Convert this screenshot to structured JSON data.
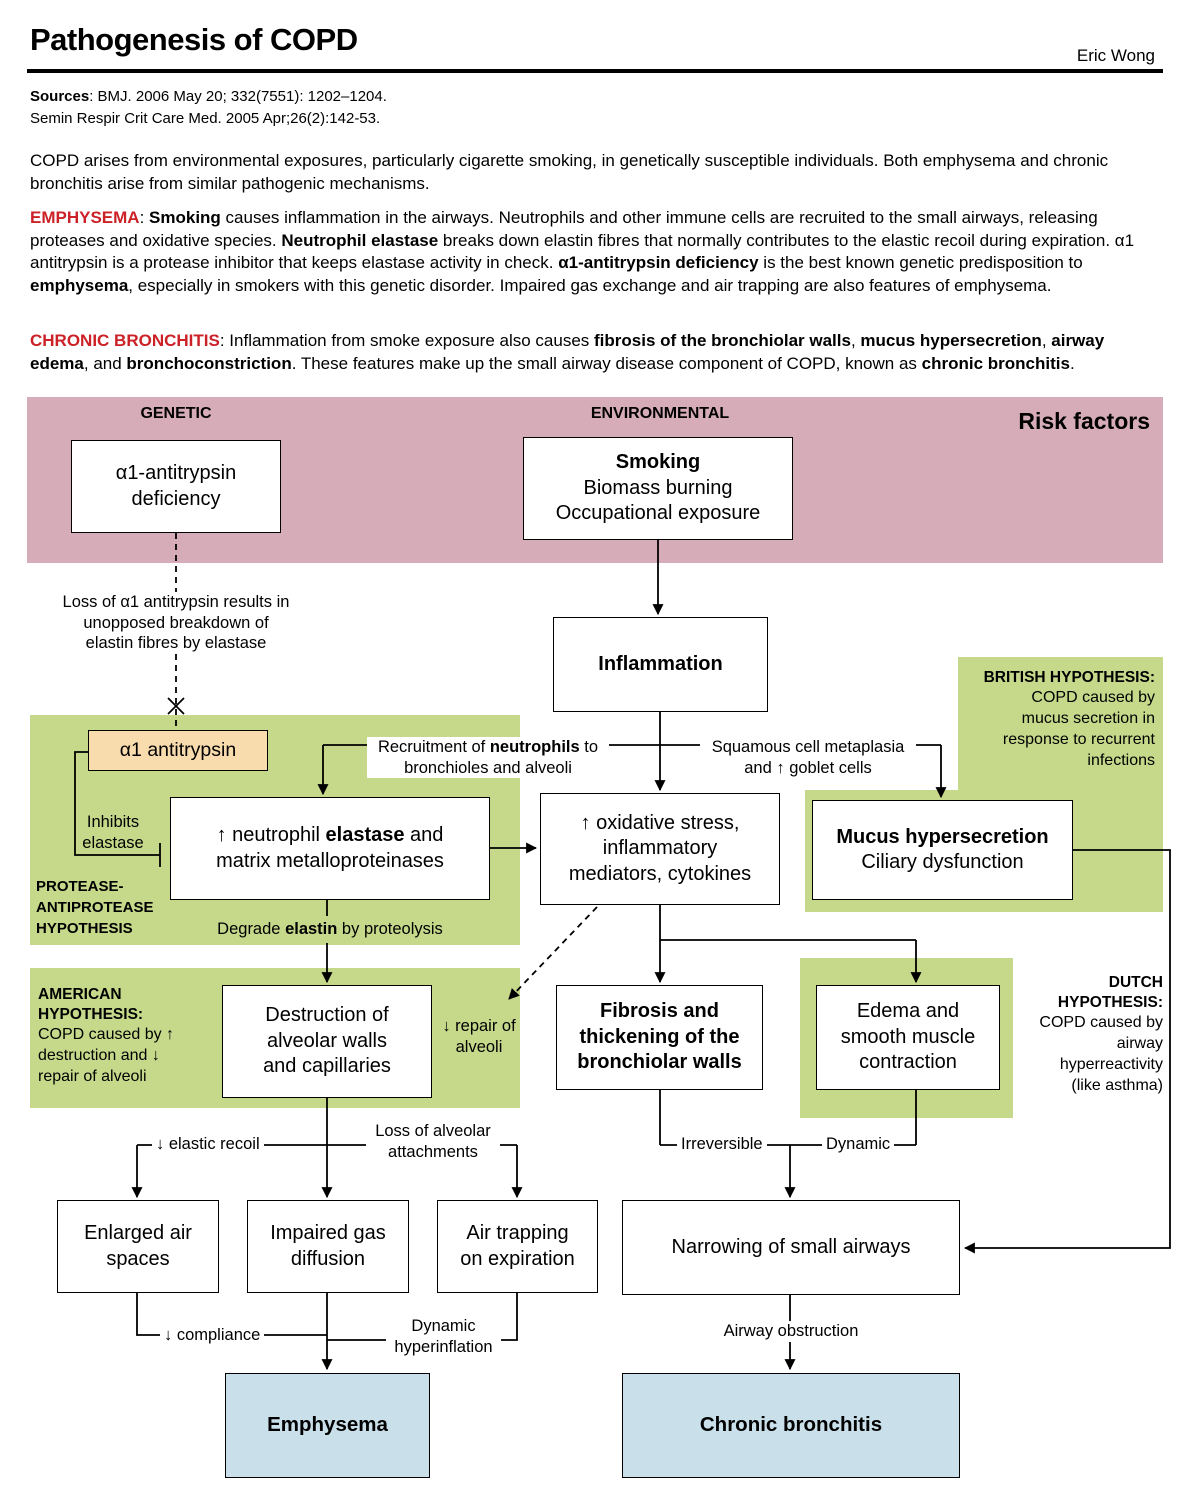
{
  "colors": {
    "pink": "#d5acb8",
    "green": "#c6d98b",
    "peach": "#f9dcae",
    "blue": "#c9dfe9",
    "red": "#cc2127"
  },
  "header": {
    "title": "Pathogenesis of COPD",
    "author": "Eric Wong"
  },
  "sources": {
    "label": "Sources",
    "line1_rest": ": BMJ. 2006 May 20; 332(7551): 1202–1204.",
    "line2": "Semin Respir Crit Care Med. 2005 Apr;26(2):142-53."
  },
  "intro": "COPD arises from environmental exposures, particularly cigarette smoking, in genetically susceptible individuals. Both emphysema and chronic bronchitis arise from similar pathogenic mechanisms.",
  "emphysema_para": {
    "label": "EMPHYSEMA",
    "s1": ": ",
    "b1": "Smoking",
    "s2": " causes inflammation in the airways. Neutrophils and other immune cells are recruited to the small airways, releasing proteases and oxidative species. ",
    "b2": "Neutrophil elastase",
    "s3": " breaks down elastin fibres that normally contributes to the elastic recoil during expiration. α1 antitrypsin is a protease inhibitor that keeps elastase activity in check. ",
    "b3": "α1-antitrypsin deficiency",
    "s4": " is the best known genetic predisposition to ",
    "b4": "emphysema",
    "s5": ", especially in smokers with this genetic disorder. Impaired gas exchange and air trapping are also features of emphysema."
  },
  "bronchitis_para": {
    "label": "CHRONIC BRONCHITIS",
    "s1": ": Inflammation from smoke exposure also causes ",
    "b1": "fibrosis of the bronchiolar walls",
    "s2": ", ",
    "b2": "mucus hypersecretion",
    "s3": ", ",
    "b3": "airway edema",
    "s4": ", and ",
    "b4": "bronchoconstriction",
    "s5": ". These features make up the small airway disease component of COPD, known as ",
    "b5": "chronic bronchitis",
    "s6": "."
  },
  "risk_band": {
    "genetic": "GENETIC",
    "environmental": "ENVIRONMENTAL",
    "title": "Risk factors"
  },
  "boxes": {
    "atd": {
      "line1": "α1-antitrypsin",
      "line2": "deficiency"
    },
    "smoking": {
      "line1": "Smoking",
      "line2": "Biomass burning",
      "line3": "Occupational exposure"
    },
    "inflammation": "Inflammation",
    "alpha1": "α1 antitrypsin",
    "elastase": {
      "pre": "↑ neutrophil ",
      "bold": "elastase",
      "post": " and",
      "line2": "matrix metalloproteinases"
    },
    "oxidative": {
      "line1": "↑ oxidative stress,",
      "line2": "inflammatory",
      "line3": "mediators, cytokines"
    },
    "mucus": {
      "line1": "Mucus hypersecretion",
      "line2": "Ciliary dysfunction"
    },
    "destruction": {
      "line1": "Destruction of",
      "line2": "alveolar walls",
      "line3": "and capillaries"
    },
    "fibrosis": {
      "line1": "Fibrosis and",
      "line2": "thickening of the",
      "line3": "bronchiolar walls"
    },
    "edema": {
      "line1": "Edema and",
      "line2": "smooth muscle",
      "line3": "contraction"
    },
    "enlarged": {
      "line1": "Enlarged air",
      "line2": "spaces"
    },
    "impaired": {
      "line1": "Impaired gas",
      "line2": "diffusion"
    },
    "airtrap": {
      "line1": "Air trapping",
      "line2": "on expiration"
    },
    "narrowing": "Narrowing of small airways",
    "emphysema": "Emphysema",
    "bronchitis": "Chronic bronchitis"
  },
  "labels": {
    "loss": "Loss of α1 antitrypsin results in unopposed breakdown of elastin fibres by elastase",
    "recruitment_pre": "Recruitment of ",
    "recruitment_bold": "neutrophils",
    "recruitment_post": " to bronchioles and alveoli",
    "squamous": "Squamous cell metaplasia and ↑ goblet cells",
    "inhibits": "Inhibits elastase",
    "protease_hyp": "PROTEASE-ANTIPROTEASE HYPOTHESIS",
    "degrade_pre": "Degrade ",
    "degrade_bold": "elastin",
    "degrade_post": " by proteolysis",
    "repair": "↓ repair of alveoli",
    "american_title": "AMERICAN HYPOTHESIS:",
    "american_body": "COPD caused by ↑ destruction and ↓ repair of alveoli",
    "british_title": "BRITISH HYPOTHESIS:",
    "british_body": "COPD caused by mucus secretion in response to recurrent infections",
    "dutch_title": "DUTCH HYPOTHESIS:",
    "dutch_body": "COPD caused by airway hyperreactivity (like asthma)",
    "elastic_recoil": "↓ elastic recoil",
    "loss_alveolar": "Loss of alveolar attachments",
    "irreversible": "Irreversible",
    "dynamic": "Dynamic",
    "compliance": "↓ compliance",
    "dynamic_hyperinflation": "Dynamic hyperinflation",
    "airway_obstruction": "Airway obstruction"
  }
}
